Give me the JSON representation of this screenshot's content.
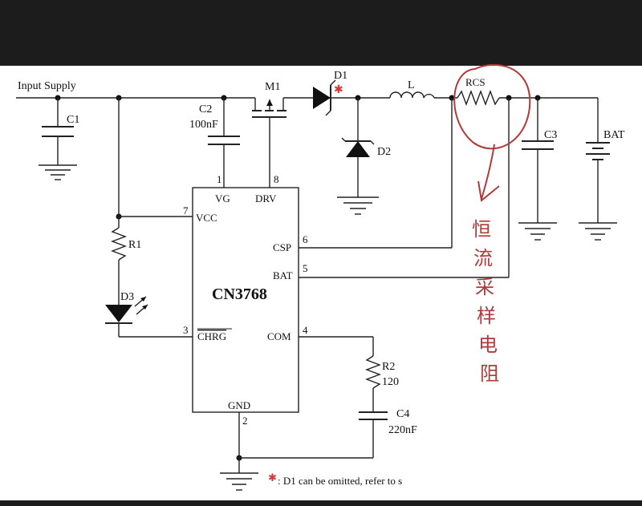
{
  "schematic": {
    "input_label": "Input Supply",
    "chip": {
      "name": "CN3768",
      "pins": {
        "vg": "VG",
        "drv": "DRV",
        "vcc": "VCC",
        "csp": "CSP",
        "bat": "BAT",
        "chrg": "CHRG",
        "com": "COM",
        "gnd": "GND"
      },
      "pin_numbers": {
        "vg": "1",
        "drv": "8",
        "vcc": "7",
        "csp": "6",
        "bat": "5",
        "chrg": "3",
        "com": "4",
        "gnd": "2"
      }
    },
    "components": {
      "c1": "C1",
      "c2": "C2",
      "c2_value": "100nF",
      "m1": "M1",
      "d1": "D1",
      "l": "L",
      "rcs": "RCS",
      "d2": "D2",
      "c3": "C3",
      "bat": "BAT",
      "r1": "R1",
      "d3": "D3",
      "r2": "R2",
      "r2_value": "120",
      "c4": "C4",
      "c4_value": "220nF"
    },
    "note": ": D1 can be omitted, refer to s",
    "annotation": "恒流采样电阻",
    "annotation_chars": [
      "恒",
      "流",
      "采",
      "样",
      "电",
      "阻"
    ]
  },
  "colors": {
    "wire": "#222222",
    "marker": "#dd3333",
    "handwriting": "#b03a3a",
    "background": "#1c1c1c",
    "sheet": "#ffffff"
  }
}
